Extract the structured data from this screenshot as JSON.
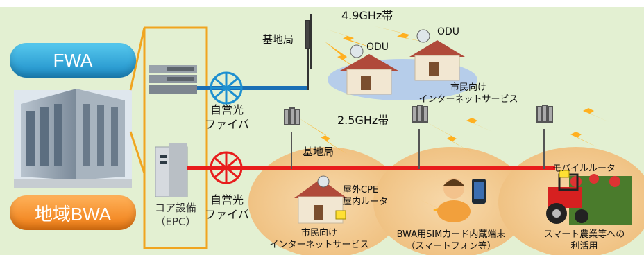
{
  "access_types": {
    "fwa": "FWA",
    "regional_bwa": "地域BWA"
  },
  "core": {
    "line1": "コア設備",
    "line2": "（EPC）"
  },
  "fiber": {
    "top": {
      "line1": "自営光",
      "line2": "ファイバ"
    },
    "bottom": {
      "line1": "自営光",
      "line2": "ファイバ"
    }
  },
  "fwa_section": {
    "base_station": "基地局",
    "band": "4.9GHz帯",
    "odu_left": "ODU",
    "odu_right": "ODU",
    "service": {
      "line1": "市民向け",
      "line2": "インターネットサービス"
    }
  },
  "bwa_section": {
    "band": "2.5GHz帯",
    "base_station": "基地局",
    "cpe": {
      "line1": "屋外CPE",
      "line2": "屋内ルータ"
    },
    "service": {
      "line1": "市民向け",
      "line2": "インターネットサービス"
    },
    "sim_device": {
      "line1": "BWA用SIMカード内蔵端末",
      "line2": "（スマートフォン等）"
    },
    "mobile_router": "モバイルルータ",
    "smart_agri": {
      "line1": "スマート農業等への",
      "line2": "利活用"
    }
  },
  "colors": {
    "fwa_link": "#1a6fb5",
    "bwa_link": "#e81c1c",
    "bracket": "#f0a520",
    "signal": "#ffb020",
    "coverage": "#f5cf98"
  }
}
